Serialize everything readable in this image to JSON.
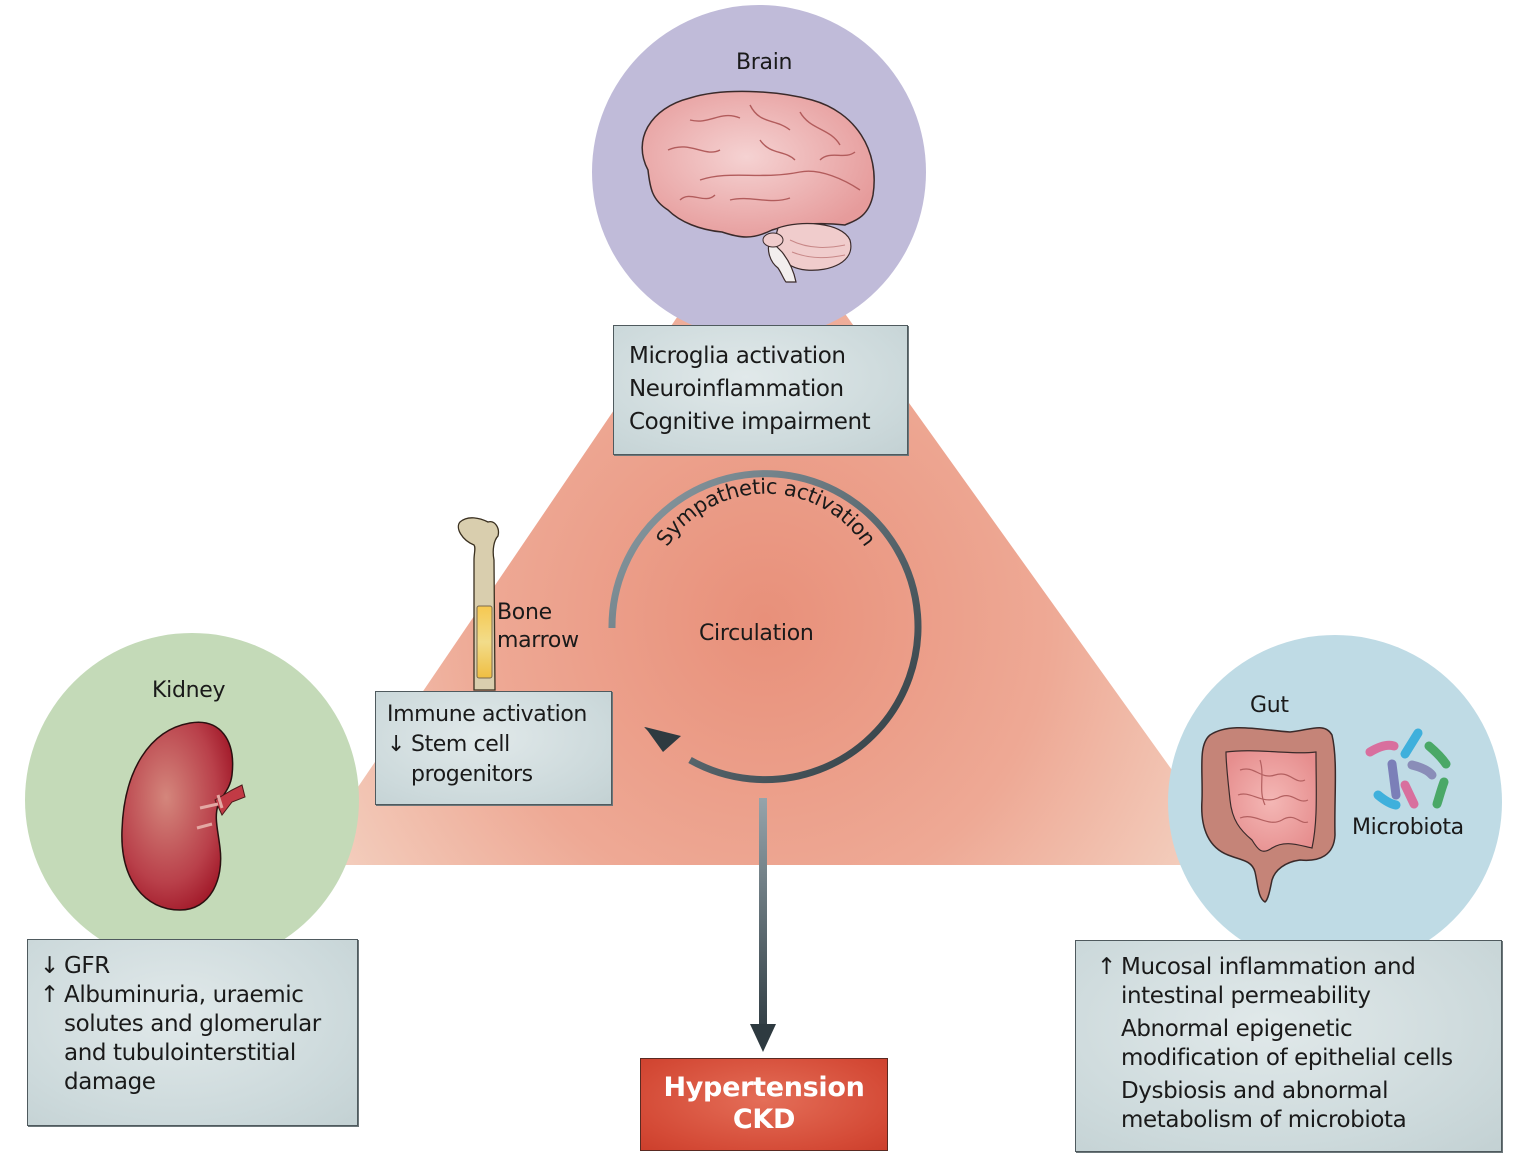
{
  "diagram": {
    "colors": {
      "triangle_center": "#e8907a",
      "triangle_edge": "#f3d0c0",
      "brain_circle": "#c0bbd9",
      "kidney_circle": "#c4dab8",
      "gut_circle": "#bfdbe5",
      "info_box": "#d3dfe0",
      "outcome_box": "#d44a36",
      "arrow_dark": "#2e3a40",
      "arrow_light": "#8a9ba3"
    },
    "brain": {
      "title": "Brain",
      "effects": [
        "Microglia activation",
        "Neuroinflammation",
        "Cognitive impairment"
      ]
    },
    "center": {
      "cycle_label": "Sympathetic activation",
      "circulation_label": "Circulation"
    },
    "bone_marrow": {
      "label_line1": "Bone",
      "label_line2": "marrow",
      "effects": [
        {
          "arrow": "",
          "text": "Immune activation"
        },
        {
          "arrow": "↓",
          "text": "Stem cell"
        },
        {
          "arrow": "",
          "text": "progenitors"
        }
      ]
    },
    "kidney": {
      "title": "Kidney",
      "effects": [
        {
          "arrow": "↓",
          "lines": [
            "GFR"
          ]
        },
        {
          "arrow": "↑",
          "lines": [
            "Albuminuria, uraemic",
            "solutes and glomerular",
            "and tubulointerstitial",
            "damage"
          ]
        }
      ]
    },
    "gut": {
      "title": "Gut",
      "microbiota_label": "Microbiota",
      "effects": [
        {
          "arrow": "↑",
          "lines": [
            "Mucosal inflammation and",
            "intestinal permeability"
          ]
        },
        {
          "arrow": "",
          "lines": [
            "Abnormal epigenetic",
            "modification of epithelial cells"
          ]
        },
        {
          "arrow": "",
          "lines": [
            "Dysbiosis and abnormal",
            "metabolism of microbiota"
          ]
        }
      ]
    },
    "outcome": {
      "line1": "Hypertension",
      "line2": "CKD"
    }
  }
}
